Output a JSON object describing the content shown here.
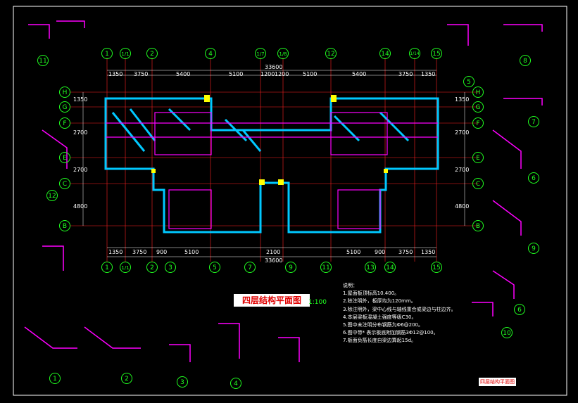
{
  "drawing": {
    "title": "四层结构平面图",
    "scale": "1:100",
    "stamp": "四层结构平面图",
    "notes": [
      "说明：",
      "1.屋面板顶标高10.400。",
      "2.除注明外，板厚均为120mm。",
      "3.除注明外，梁中心线与轴线重合或梁边与柱边齐。",
      "4.本层梁板混凝土强度等级C30。",
      "5.图中未注明分布钢筋为Φ6@200。",
      "6.图中带* 表示板底附加钢筋3Φ12@100。",
      "7.板面负筋长度自梁边算起15d。"
    ]
  },
  "axes": {
    "top": [
      "1",
      "1/1",
      "2",
      "4",
      "1/7",
      "1/8",
      "12",
      "14",
      "1/14",
      "15"
    ],
    "bottom": [
      "1",
      "1/1",
      "2",
      "3",
      "5",
      "7",
      "9",
      "11",
      "13",
      "14",
      "15"
    ],
    "left": [
      "H",
      "G",
      "F",
      "E",
      "C",
      "B"
    ],
    "right": [
      "H",
      "G",
      "F",
      "E",
      "C",
      "B"
    ]
  },
  "dimensions": {
    "top_row1": [
      "1350",
      "3750",
      "5400",
      "5100",
      "1200",
      "1200",
      "5100",
      "5400",
      "3750",
      "1350"
    ],
    "bottom_row1": [
      "1350",
      "3750",
      "900",
      "5100",
      "2100",
      "5100",
      "900",
      "3750",
      "1350"
    ],
    "total": "33600",
    "left": [
      "1350",
      "2700",
      "2700",
      "4800"
    ],
    "right": [
      "1350",
      "2700",
      "2700",
      "4800"
    ]
  },
  "detail_bubbles": [
    "11",
    "8",
    "7",
    "6",
    "5",
    "9",
    "10",
    "12",
    "1",
    "2",
    "3",
    "4",
    "6"
  ],
  "colors": {
    "background": "#000000",
    "axis": "#20ff20",
    "beam": "#00c8ff",
    "wall": "#ff2020",
    "slab": "#ff00ff",
    "text": "#ffffff",
    "hatch": "#ffff00"
  }
}
